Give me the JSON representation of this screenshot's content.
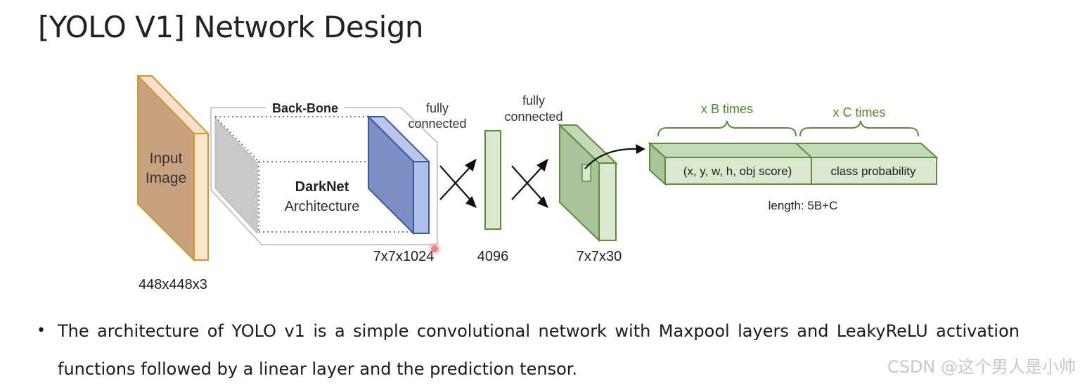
{
  "slide": {
    "title": "[YOLO V1] Network Design"
  },
  "diagram": {
    "input_label_line1": "Input",
    "input_label_line2": "Image",
    "input_size": "448x448x3",
    "backbone_label": "Back-Bone",
    "darknet_label": "DarkNet",
    "architecture_label": "Architecture",
    "feature_size": "7x7x1024",
    "fc1_line1": "fully",
    "fc1_line2": "connected",
    "fc2_line1": "fully",
    "fc2_line2": "connected",
    "dense_size": "4096",
    "output_size": "7x7x30",
    "b_times": "x B times",
    "c_times": "x C times",
    "box_fields": "(x, y, w, h, obj score)",
    "class_prob": "class probability",
    "length": "length: 5B+C",
    "colors": {
      "input": "#c8a27e",
      "input_edge": "#d9932e",
      "backbone_feature": "#7b8fc4",
      "backbone_edge": "#3c57a8",
      "green": "#5d8d3a",
      "green_fill": "#a9c49a",
      "green_light": "#d9e8cf"
    }
  },
  "bullets": [
    "The architecture of YOLO v1 is a simple convolutional network with Maxpool layers and LeakyReLU activation functions followed by a linear layer and the prediction tensor."
  ],
  "watermark": "CSDN @这个男人是小帅"
}
